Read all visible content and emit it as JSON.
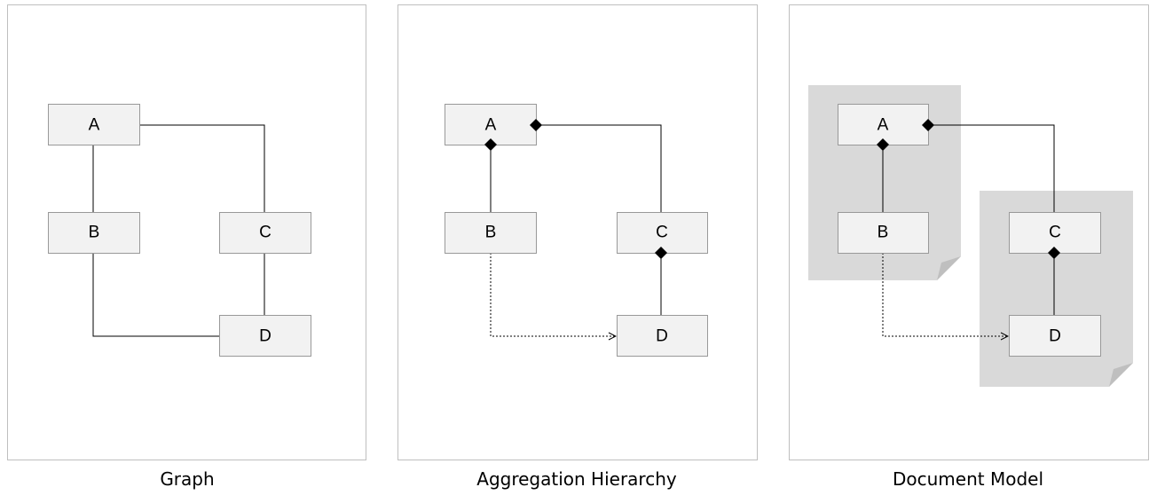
{
  "panels": [
    {
      "caption": "Graph",
      "nodes": {
        "a": "A",
        "b": "B",
        "c": "C",
        "d": "D"
      }
    },
    {
      "caption": "Aggregation Hierarchy",
      "nodes": {
        "a": "A",
        "b": "B",
        "c": "C",
        "d": "D"
      }
    },
    {
      "caption": "Document Model",
      "nodes": {
        "a": "A",
        "b": "B",
        "c": "C",
        "d": "D"
      }
    }
  ],
  "colors": {
    "node_fill": "#f2f2f2",
    "node_border": "#999999",
    "document_fill": "#d9d9d9",
    "frame_border": "#bfbfbf"
  }
}
